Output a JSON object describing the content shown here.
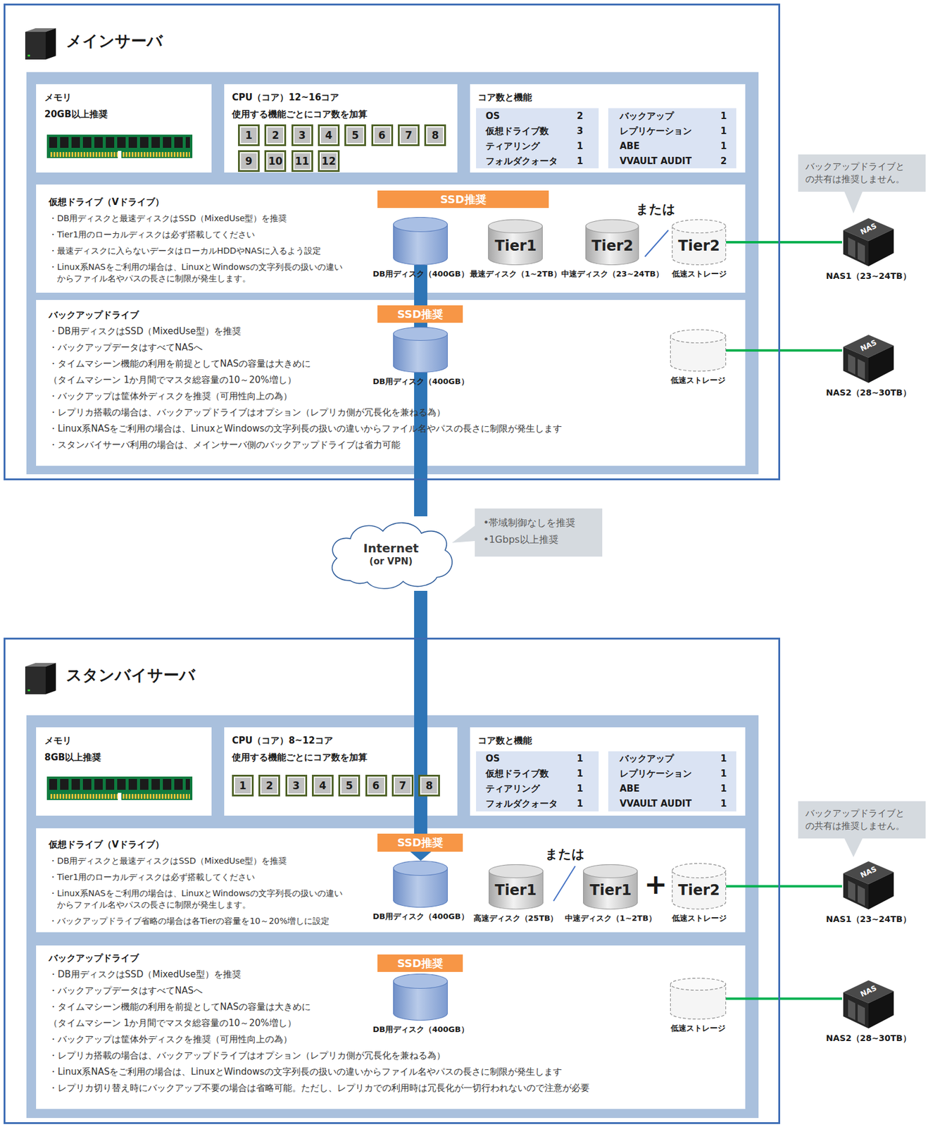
{
  "diagram": {
    "nodes": [
      {
        "text": [
          "メインサーバ"
        ]
      },
      {
        "text": [
          "メモリ",
          "20GB以上推奨"
        ],
        "in": 0
      },
      {
        "text": [
          "CPU（コア）12~16コア",
          "使用する機能ごとにコア数を加算"
        ],
        "in": 0
      },
      {
        "text": [
          "1"
        ],
        "in": 2
      },
      {
        "text": [
          "2"
        ],
        "in": 2
      },
      {
        "text": [
          "3"
        ],
        "in": 2
      },
      {
        "text": [
          "4"
        ],
        "in": 2
      },
      {
        "text": [
          "5"
        ],
        "in": 2
      },
      {
        "text": [
          "6"
        ],
        "in": 2
      },
      {
        "text": [
          "7"
        ],
        "in": 2
      },
      {
        "text": [
          "8"
        ],
        "in": 2
      },
      {
        "text": [
          "9"
        ],
        "in": 2
      },
      {
        "text": [
          "10"
        ],
        "in": 2
      },
      {
        "text": [
          "11"
        ],
        "in": 2
      },
      {
        "text": [
          "12"
        ],
        "in": 2
      },
      {
        "text": [
          "コア数と機能"
        ],
        "in": 0
      },
      {
        "text": [
          "仮想ドライブ（Vドライブ）",
          "・DB用ディスクと最速ディスクはSSD（MixedUse型）を推奨",
          "・Tier1用のローカルディスクは必ず搭載してください",
          "・最速ディスクに入らないデータはローカルHDDやNASに入るよう設定",
          "・Linux系NASをご利用の場合は、LinuxとWindowsの文字列長の扱いの違い からファイル名やパスの長さに制限が発生します。"
        ],
        "in": 0
      },
      {
        "text": [
          "SSD推奨"
        ],
        "in": 16
      },
      {
        "text": [
          "DB用ディスク（400GB）"
        ],
        "in": 16
      },
      {
        "text": [
          "Tier1",
          "最速ディスク（1~2TB）"
        ],
        "in": 16
      },
      {
        "text": [
          "Tier2",
          "中速ディスク（23~24TB）"
        ],
        "in": 16
      },
      {
        "text": [
          "Tier2",
          "低速ストレージ"
        ],
        "in": 16
      },
      {
        "text": [
          "バックアップドライブ",
          "・DB用ディスクはSSD（MixedUse型）を推奨",
          "・バックアップデータはすべてNASへ",
          "・タイムマシーン機能の利用を前提としてNASの容量は大きめに",
          "（タイムマシーン 1か月間でマスタ総容量の10～20%増し）",
          "・バックアップは筐体外ディスクを推奨（可用性向上の為）",
          "・レプリカ搭載の場合は、バックアップドライブはオプション（レプリカ側が冗長化を兼ねる為）",
          "・Linux系NASをご利用の場合は、LinuxとWindowsの文字列長の扱いの違いからファイル名やパスの長さに制限が発生します",
          "・スタンバイサーバ利用の場合は、メインサーバ側のバックアップドライブは省力可能"
        ],
        "in": 0
      },
      {
        "text": [
          "SSD推奨"
        ],
        "in": 22
      },
      {
        "text": [
          "DB用ディスク（400GB）"
        ],
        "in": 22
      },
      {
        "text": [
          "低速ストレージ"
        ],
        "in": 22
      },
      {
        "text": [
          "バックアップドライブと の共有は推奨しません。"
        ]
      },
      {
        "text": [
          "NAS",
          "NAS1（23~24TB）"
        ]
      },
      {
        "text": [
          "NAS",
          "NAS2（28~30TB）"
        ]
      },
      {
        "text": [
          "Internet",
          "(or VPN)"
        ]
      },
      {
        "text": [
          "•帯域制御なしを推奨",
          "•1Gbps以上推奨"
        ]
      },
      {
        "text": [
          "スタンバイサーバ"
        ]
      },
      {
        "text": [
          "メモリ",
          "8GB以上推奨"
        ],
        "in": 31
      },
      {
        "text": [
          "CPU（コア）8~12コア",
          "使用する機能ごとにコア数を加算"
        ],
        "in": 31
      },
      {
        "text": [
          "1"
        ],
        "in": 33
      },
      {
        "text": [
          "2"
        ],
        "in": 33
      },
      {
        "text": [
          "3"
        ],
        "in": 33
      },
      {
        "text": [
          "4"
        ],
        "in": 33
      },
      {
        "text": [
          "5"
        ],
        "in": 33
      },
      {
        "text": [
          "6"
        ],
        "in": 33
      },
      {
        "text": [
          "7"
        ],
        "in": 33
      },
      {
        "text": [
          "8"
        ],
        "in": 33
      },
      {
        "text": [
          "コア数と機能"
        ],
        "in": 31
      },
      {
        "text": [
          "仮想ドライブ（Vドライブ）",
          "・DB用ディスクと最速ディスクはSSD（MixedUse型）を推奨",
          "・Tier1用のローカルディスクは必ず搭載してください",
          "・Linux系NASをご利用の場合は、LinuxとWindowsの文字列長の扱いの違い からファイル名やパスの長さに制限が発生します。",
          "・バックアップドライブ省略の場合は各Tierの容量を10～20%増しに設定"
        ],
        "in": 31
      },
      {
        "text": [
          "SSD推奨"
        ],
        "in": 43
      },
      {
        "text": [
          "DB用ディスク（400GB）"
        ],
        "in": 43
      },
      {
        "text": [
          "Tier1",
          "高速ディスク（25TB）"
        ],
        "in": 43
      },
      {
        "text": [
          "Tier1",
          "中速ディスク（1~2TB）"
        ],
        "in": 43
      },
      {
        "text": [
          "Tier2",
          "低速ストレージ"
        ],
        "in": 43
      },
      {
        "text": [
          "バックアップドライブ",
          "・DB用ディスクはSSD（MixedUse型）を推奨",
          "・バックアップデータはすべてNASへ",
          "・タイムマシーン機能の利用を前提としてNASの容量は大きめに",
          "（タイムマシーン 1か月間でマスタ総容量の10～20%増し）",
          "・バックアップは筐体外ディスクを推奨（可用性向上の為）",
          "・レプリカ搭載の場合は、バックアップドライブはオプション（レプリカ側が冗長化を兼ねる為）",
          "・Linux系NASをご利用の場合は、LinuxとWindowsの文字列長の扱いの違いからファイル名やパスの長さに制限が発生します",
          "・レプリカ切り替え時にバックアップ不要の場合は省略可能。ただし、レプリカでの利用時は冗長化が一切行われないので注意が必要"
        ],
        "in": 31
      },
      {
        "text": [
          "SSD推奨"
        ],
        "in": 49
      },
      {
        "text": [
          "DB用ディスク（400GB）"
        ],
        "in": 49
      },
      {
        "text": [
          "低速ストレージ"
        ],
        "in": 49
      },
      {
        "text": [
          "バックアップドライブと の共有は推奨しません。"
        ]
      },
      {
        "text": [
          "NAS",
          "NAS1（23~24TB）"
        ]
      },
      {
        "text": [
          "NAS",
          "NAS2（28~30TB）"
        ]
      }
    ],
    "edges": [
      {
        "from": 21,
        "to": 27,
        "arrow": "none"
      },
      {
        "from": 25,
        "to": 28,
        "arrow": "none"
      },
      {
        "from": 0,
        "to": 29,
        "arrow": "none"
      },
      {
        "from": 29,
        "to": 31,
        "arrow": "to"
      },
      {
        "from": 48,
        "to": 54,
        "arrow": "none"
      },
      {
        "from": 52,
        "to": 55,
        "arrow": "none"
      }
    ],
    "labels": [
      "OS",
      "2",
      "バックアップ",
      "1",
      "仮想ドライブ数",
      "3",
      "レプリケーション",
      "1",
      "ティアリング",
      "1",
      "ABE",
      "1",
      "フォルダクォータ",
      "1",
      "VVAULT AUDIT",
      "2",
      "または",
      "OS",
      "1",
      "バックアップ",
      "1",
      "仮想ドライブ数",
      "1",
      "レプリケーション",
      "1",
      "ティアリング",
      "1",
      "ABE",
      "1",
      "フォルダクォータ",
      "1",
      "VVAULT AUDIT",
      "1",
      "または",
      "+"
    ]
  }
}
